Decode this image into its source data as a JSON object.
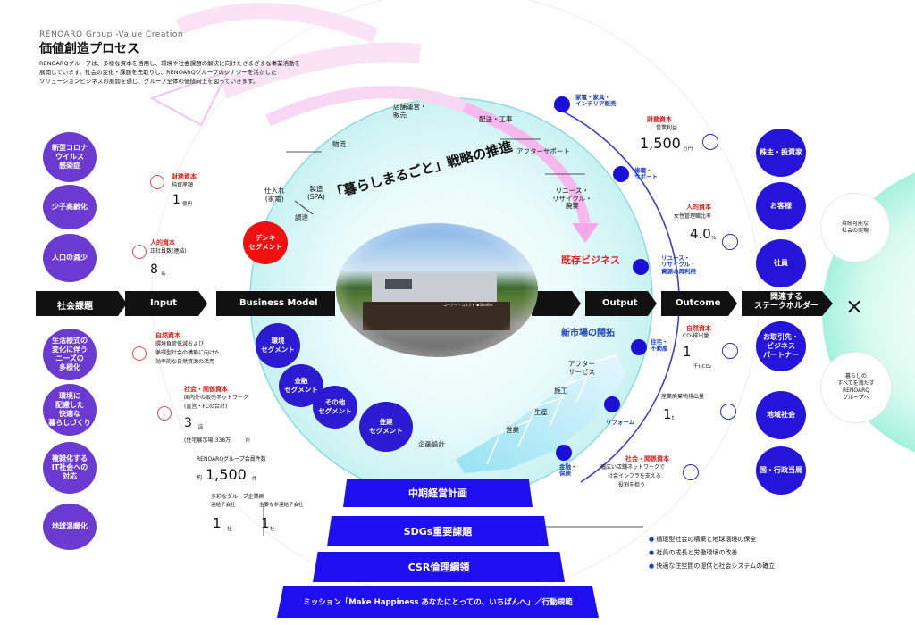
{
  "header": {
    "brand": "RENOARQ  Group -Value Creation",
    "title": "価値創造プロセス",
    "desc1": "RENOARQグループは、多様な資本を活用し、環境や社会課題の解決に向けたさまざまな事業活動を",
    "desc2": "展開しています。社会の変化・課題を先取りし、RENOARQグループのシナジーを活かした",
    "desc3": "ソリューションビジネスの展開を通じ、グループ全体の価値向上を図っていきます。"
  },
  "issues": [
    "新型コロナ\nウイルス\n感染症",
    "少子高齢化",
    "人口の減少",
    "生活様式の\n変化に伴う\nニーズの\n多様化",
    "環境に\n配慮した\n快適な\n暮らしづくり",
    "複雑化する\nIT社会への\n対応",
    "地球温暖化"
  ],
  "flow": {
    "social": "社会課題",
    "input": "Input",
    "business": "Business Model",
    "output": "Output",
    "outcome": "Outcome",
    "stakeholder": "関連する\nステークホルダー",
    "cross": "×"
  },
  "inputs": {
    "financial": {
      "title": "財務資本",
      "label": "純資産額",
      "value": "1",
      "unit": "億円"
    },
    "human": {
      "title": "人的資本",
      "label": "正社員数(連結)",
      "value": "8",
      "unit": "名"
    },
    "natural": {
      "title": "自然資本",
      "l1": "環境負荷低減および",
      "l2": "循環型社会の構築に向けた",
      "l3": "効率的な自然資源の活用"
    },
    "social": {
      "title": "社会・関係資本",
      "l1": "国内外の販売ネットワーク",
      "l2": "(直営・FCの合計)",
      "value": "3",
      "unit": "店",
      "l3": "(住宅展示場)338万",
      "l3unit": "所"
    },
    "members": {
      "label": "RENOARQグループ会員件数",
      "prefix": "約",
      "value": "1,500",
      "unit": "件"
    },
    "group": {
      "label": "多彩なグループ企業群",
      "l1": "連結子会社",
      "l2": "主要な非連結子会社",
      "v1": "1",
      "u1": "社",
      "v2": "1",
      "u2": "社"
    }
  },
  "business": {
    "strategy": "「暮らしまるごと」戦略の推進",
    "steps": [
      "仕入れ\n(家電)",
      "製造\n(SPA)",
      "調達",
      "物流",
      "店舗運営・\n販売",
      "配送・工事",
      "アフターサポート",
      "リユース・\nリサイクル・\n廃棄"
    ],
    "existing": "既存ビジネス",
    "new_market": "新市場の開拓",
    "stairs": [
      "企画設計",
      "営業",
      "生産",
      "施工",
      "アフター\nサービス"
    ],
    "segments": [
      "デンキ\nセグメント",
      "環境\nセグメント",
      "金融\nセグメント",
      "その他\nセグメント",
      "住建\nセグメント"
    ],
    "photo_sign": "コーナー・コネクト ▪ Bonfire"
  },
  "outputs": [
    "家電・家具・\nインテリア販売",
    "修理・\nサポート",
    "リユース・\nリサイクル・\n資源の再利用",
    "住宅・\n不動産",
    "リフォーム",
    "金融・\n保険"
  ],
  "outcomes": {
    "financial": {
      "title": "財務資本",
      "label": "営業利益",
      "value": "1,500",
      "unit": "万円"
    },
    "human": {
      "title": "人的資本",
      "label": "女性管理職比率",
      "value": "4.0",
      "unit": "%"
    },
    "natural": {
      "title": "自然資本",
      "label": "CO₂排出量",
      "value": "1",
      "unit": "千t-CO₂"
    },
    "waste": {
      "label": "産業廃棄物排出量",
      "value": "1",
      "unit": "t"
    },
    "social": {
      "title": "社会・関係資本",
      "l1": "幅広い店舗ネットワークで",
      "l2": "社会インフラを支える",
      "l3": "役割を担う"
    }
  },
  "stakeholders": [
    "株主・投資家",
    "お客様",
    "社員",
    "お取引先・\nビジネス\nパートナー",
    "地域社会",
    "国・行政当局"
  ],
  "vision": {
    "v1": "持続可能な\n社会の実現",
    "v2": "暮らしの\nすべてを満たす\nRENOARQ\nグループへ"
  },
  "pyramid": [
    "中期経営計画",
    "SDGs重要課題",
    "CSR倫理綱領",
    "ミッション「Make Happiness あなたにとっての、いちばんへ」／行動規範"
  ],
  "sdgs": [
    "循環型社会の構築と地球環境の保全",
    "社員の成長と労働環境の改善",
    "快適な住空間の提供と社会システムの確立"
  ]
}
